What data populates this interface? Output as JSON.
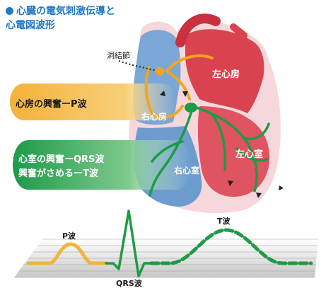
{
  "title": {
    "line1": "心臓の電気刺激伝導と",
    "line2": "心電図波形"
  },
  "heart": {
    "sa_node": "洞結節",
    "left_atrium": "左心房",
    "right_atrium": "右心房",
    "left_ventricle": "左心室",
    "right_ventricle": "右心室"
  },
  "callouts": {
    "atrial": "心房の興奮ーP波",
    "ventricular_line1": "心室の興奮ーQRS波",
    "ventricular_line2": "興奮がさめるーT波"
  },
  "ecg": {
    "p_wave": "P波",
    "qrs_wave": "QRS波",
    "t_wave": "T波"
  },
  "colors": {
    "accent_blue": "#1f78c8",
    "left_heart": "#d9434f",
    "right_heart": "#7aa7d6",
    "atrial_band": "#f2b43a",
    "ventricular_band": "#22994a",
    "conduction_green": "#1f9a45"
  }
}
